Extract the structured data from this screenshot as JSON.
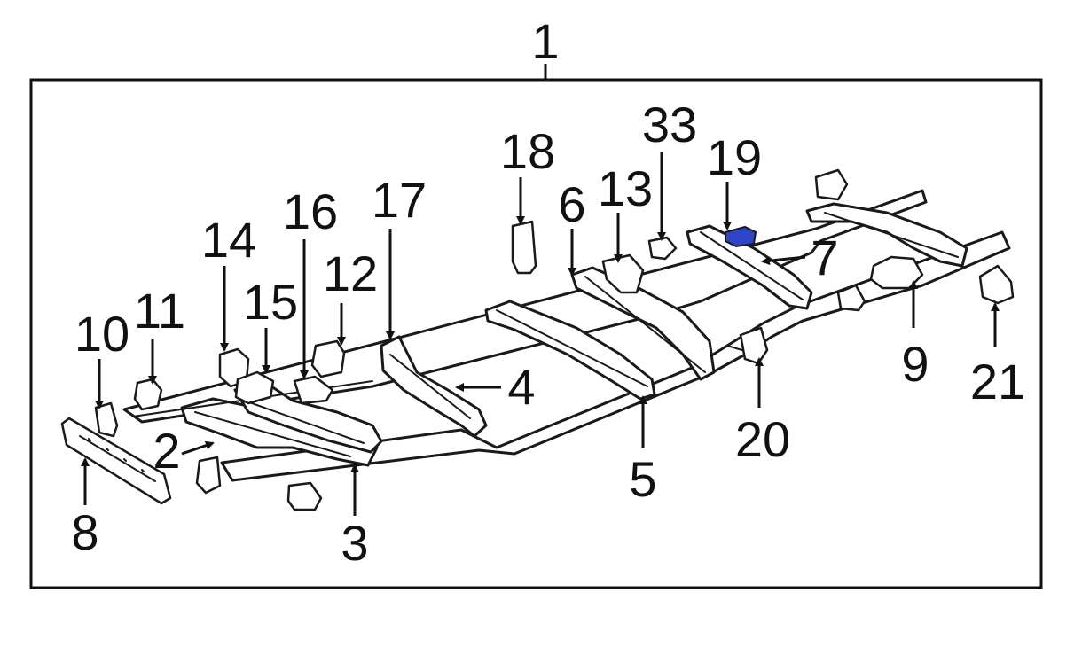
{
  "diagram": {
    "highlight_color": "#2f45c8",
    "line_color": "#111111",
    "callouts": [
      {
        "id": "c1",
        "label": "1"
      },
      {
        "id": "c2",
        "label": "2"
      },
      {
        "id": "c3",
        "label": "3"
      },
      {
        "id": "c4",
        "label": "4"
      },
      {
        "id": "c5",
        "label": "5"
      },
      {
        "id": "c6",
        "label": "6"
      },
      {
        "id": "c7",
        "label": "7"
      },
      {
        "id": "c8",
        "label": "8"
      },
      {
        "id": "c9",
        "label": "9"
      },
      {
        "id": "c10",
        "label": "10"
      },
      {
        "id": "c11",
        "label": "11"
      },
      {
        "id": "c12",
        "label": "12"
      },
      {
        "id": "c13",
        "label": "13"
      },
      {
        "id": "c14",
        "label": "14"
      },
      {
        "id": "c15",
        "label": "15"
      },
      {
        "id": "c16",
        "label": "16"
      },
      {
        "id": "c17",
        "label": "17"
      },
      {
        "id": "c18",
        "label": "18"
      },
      {
        "id": "c19",
        "label": "19"
      },
      {
        "id": "c20",
        "label": "20"
      },
      {
        "id": "c21",
        "label": "21"
      },
      {
        "id": "c33",
        "label": "33"
      }
    ]
  }
}
